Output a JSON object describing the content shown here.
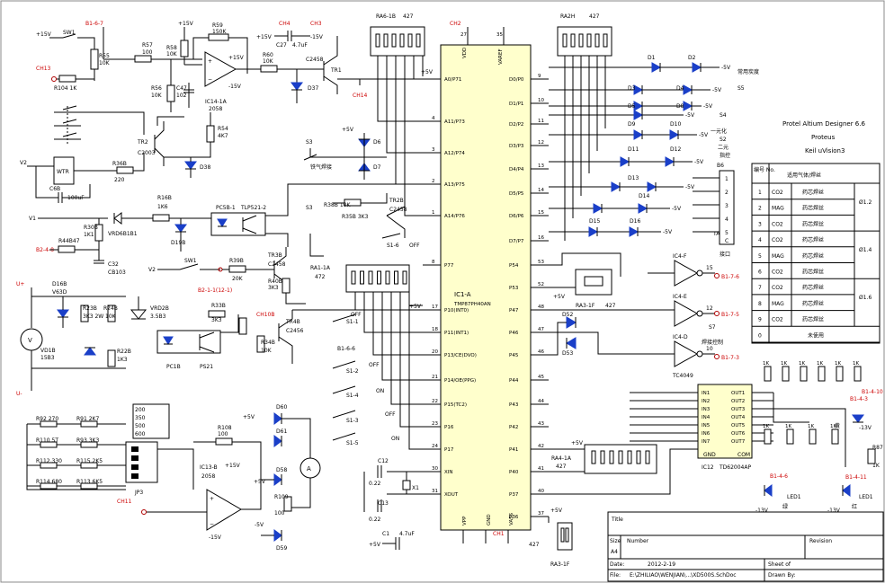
{
  "mcu": {
    "name": "IC1-A",
    "part": "TMP87PH40AN",
    "top_pins": [
      "VDD",
      "VAREF"
    ],
    "top_pin_nums": [
      "27",
      "35"
    ],
    "bottom_pins": [
      "VPP",
      "GND",
      "VASS"
    ],
    "left_pins": [
      {
        "num": "",
        "name": "A0/P71"
      },
      {
        "num": "4",
        "name": "A11/P73"
      },
      {
        "num": "3",
        "name": "A12/P74"
      },
      {
        "num": "2",
        "name": "A13/P75"
      },
      {
        "num": "1",
        "name": "A14/P76"
      },
      {
        "num": "8",
        "name": "P77"
      },
      {
        "num": "17",
        "name": "P10(INT0)"
      },
      {
        "num": "18",
        "name": "P11(INT1)"
      },
      {
        "num": "20",
        "name": "P13/CE(DVO)"
      },
      {
        "num": "21",
        "name": "P14/OE(PPG)"
      },
      {
        "num": "22",
        "name": "P15(TC2)"
      },
      {
        "num": "23",
        "name": "P16"
      },
      {
        "num": "24",
        "name": "P17"
      },
      {
        "num": "30",
        "name": "XIN"
      },
      {
        "num": "31",
        "name": "XOUT"
      }
    ],
    "right_pins": [
      {
        "num": "9",
        "name": "D0/P0"
      },
      {
        "num": "10",
        "name": "D1/P1"
      },
      {
        "num": "11",
        "name": "D2/P2"
      },
      {
        "num": "12",
        "name": "D3/P3"
      },
      {
        "num": "13",
        "name": "D4/P4"
      },
      {
        "num": "14",
        "name": "D5/P5"
      },
      {
        "num": "15",
        "name": "D6/P6"
      },
      {
        "num": "16",
        "name": "D7/P7"
      },
      {
        "num": "53",
        "name": "P54"
      },
      {
        "num": "52",
        "name": "P53"
      },
      {
        "num": "48",
        "name": "P47"
      },
      {
        "num": "47",
        "name": "P46"
      },
      {
        "num": "46",
        "name": "P45"
      },
      {
        "num": "45",
        "name": "P44"
      },
      {
        "num": "44",
        "name": "P43"
      },
      {
        "num": "43",
        "name": "P42"
      },
      {
        "num": "42",
        "name": "P41"
      },
      {
        "num": "41",
        "name": "P40"
      },
      {
        "num": "40",
        "name": "P37"
      },
      {
        "num": "37",
        "name": "P36"
      },
      {
        "num": "36",
        "name": ""
      }
    ]
  },
  "labels": {
    "plus15": "+15V",
    "minus15": "-15V",
    "plus5": "+5V",
    "minus5": "-5V",
    "sw1": "SW1",
    "r55": "R55",
    "r55v": "10K",
    "b167": "B1-6-7",
    "ch13": "CH13",
    "r104": "R104 1K",
    "r57": "R57",
    "r57v": "100",
    "r56": "R56",
    "r56v": "10K",
    "r59": "R59",
    "r59v": "150K",
    "r58": "R58",
    "r58v": "10K",
    "ic14": "IC14-1A",
    "ic14p": "2058",
    "c47": "C47",
    "c47v": "102",
    "r60": "R60",
    "r60v": "10K",
    "c27": "C27",
    "c27v": "4.7uF",
    "ch4": "CH4",
    "ch3": "CH3",
    "c2458": "C2458",
    "tr1": "TR1",
    "d37": "D37",
    "ch14": "CH14",
    "ra61b": "RA6-1B",
    "ra61bv": "427",
    "ra2h": "RA2H",
    "ra2hv": "427",
    "ch2": "CH2",
    "tr2": "TR2",
    "c2003": "C2003",
    "r54": "R54",
    "r54v": "4K7",
    "d38": "D38",
    "v2": "V2",
    "wtr": "WTR",
    "r36b": "R36B",
    "r36bv": "220",
    "c6b": "C6B",
    "c6bv": "100uF",
    "v1": "V1",
    "r16b": "R16B",
    "r16bv": "1K6",
    "r30b": "R30B",
    "r30bv": "1K1",
    "vrd6b": "VRD6B1B1",
    "d19b": "D19B",
    "pc5b": "PC5B-1",
    "tlp": "TLP521-2",
    "b248": "B2-4-8",
    "r44b": "R44B47",
    "c32": "C32",
    "c32v": "CB103",
    "r39b": "R39B",
    "r39bv": "20K",
    "b2": "B2-1-1(12-1)",
    "tr3b": "TR3B",
    "tr3bv": "C2458",
    "r40b": "R40B",
    "r40bv": "3K3",
    "ra11a": "RA1-1A",
    "ra11av": "472",
    "u": "U+",
    "u2": "U-",
    "d16b": "D16B",
    "d16bv": "V63D",
    "r23b": "R23B",
    "r23bv": "3K3 2W",
    "r24b": "R24B",
    "r24bv": "10K",
    "vrd2b": "VRD2B",
    "vrd2bv": "3.5B3",
    "vd1b": "VD1B",
    "vd1bv": "15B3",
    "r22b": "R22B",
    "r22bv": "1K3",
    "pc1b": "PC1B",
    "pc1bp": "PS21",
    "r33b": "R33B",
    "r33bv": "3K3",
    "ch10b": "CH10B",
    "r34b": "R34B",
    "r34bv": "10K",
    "tr4b": "TR4B",
    "tr4bv": "C2456",
    "s1": "S1-1",
    "s1off": "OFF",
    "s14": "S1-4",
    "on": "ON",
    "s12": "S1-2",
    "s13": "S1-3",
    "s15": "S1-5",
    "s16": "S1-6",
    "b166": "B1-6-6",
    "d6": "D6",
    "d7": "D7",
    "s3": "S3",
    "s3t": "铁气焊接",
    "r38b": "R38B 10K",
    "r38bb": "R35B 3K3",
    "tr2b": "TR2B",
    "tr2bv": "C2458",
    "r92": "R92 270",
    "r91": "R91 2K7",
    "r110": "R110 5T",
    "r93": "R93 3K3",
    "r112": "R112 330",
    "r115": "R115 2K5",
    "r114": "R114 680",
    "r113": "R113 6K5",
    "vals": [
      "200",
      "350",
      "500",
      "600"
    ],
    "jp3": "JP3",
    "ch11": "CH11",
    "r108": "R108",
    "r108v": "100",
    "ic13": "IC13-B",
    "ic13p": "2058",
    "d60": "D60",
    "d61": "D61",
    "d58": "D58",
    "d59": "D59",
    "r109": "R109",
    "r109v": "100",
    "ammeter": "A",
    "voltmeter": "V",
    "c12": "C12",
    "c12v": "0.22",
    "c13": "C13",
    "c13v": "0.22",
    "x1": "X1",
    "c1": "C1",
    "c1v": "4.7uF",
    "ch1": "CH1",
    "d1": "D1",
    "d2": "D2",
    "s5": "S5",
    "s5t": "常用炭度",
    "s4": "S4",
    "s4t": "一元化",
    "s2": "S2",
    "s2t": "二元",
    "s2t2": "指控",
    "b6": "B6",
    "b6t": "接口",
    "ta": "TA",
    "d3": "D3",
    "d4": "D4",
    "d5": "D5",
    "d8": "D8",
    "d9": "D9",
    "d10": "D10",
    "d11": "D11",
    "d12": "D12",
    "d13": "D13",
    "d14": "D14",
    "d15": "D15",
    "d16": "D16",
    "ic4f": "IC4-F",
    "ic4e": "IC4-E",
    "ic4d": "IC4-D",
    "tc4049": "TC4049",
    "b176": "B1-7-6",
    "b175": "B1-7-5",
    "b173": "B1-7-3",
    "s7": "S7",
    "s7t": "焊接控制",
    "ra31f": "RA3-1F",
    "ra31fv": "427",
    "d52": "D52",
    "d53": "D53",
    "ra41a": "RA4-1A",
    "ra41av": "427",
    "ic12": "IC12",
    "ic12p": "TD62004AP",
    "ic12in": [
      "IN1",
      "IN2",
      "IN3",
      "IN4",
      "IN5",
      "IN6",
      "IN7"
    ],
    "ic12out": [
      "OUT1",
      "OUT2",
      "OUT3",
      "OUT4",
      "OUT5",
      "OUT6",
      "OUT7"
    ],
    "gnd": "GND",
    "com": "COM",
    "ra31": "RA3-1F",
    "b1410": "B1-4-10",
    "b143": "B1-4-3",
    "b146": "B1-4-6",
    "b1411": "B1-4-11",
    "led1": "LED1",
    "led1b": "LED1",
    "r87": "R87",
    "r87v": "1K",
    "m13v": "-13V",
    "m13v2": "-13V",
    "m13v3": "-13V",
    "green": "绿",
    "redc": "红",
    "yellow": "黄",
    "p427": "427",
    "software": [
      "Protel Altium Designer 6.6",
      "Proteus",
      "Keil uVision3"
    ]
  },
  "table": {
    "header_no": "编号 No.",
    "header_mode": "适用气体/焊丝",
    "rows": [
      {
        "no": "1",
        "gas": "CO2",
        "wire": "药芯焊丝",
        "dia": "Ø1.2"
      },
      {
        "no": "2",
        "gas": "MAG",
        "wire": "药芯焊丝",
        "dia": ""
      },
      {
        "no": "3",
        "gas": "CO2",
        "wire": "药芯焊丝",
        "dia": ""
      },
      {
        "no": "4",
        "gas": "CO2",
        "wire": "药芯焊丝",
        "dia": "Ø1.4"
      },
      {
        "no": "5",
        "gas": "MAG",
        "wire": "药芯焊丝",
        "dia": ""
      },
      {
        "no": "6",
        "gas": "CO2",
        "wire": "药芯焊丝",
        "dia": ""
      },
      {
        "no": "7",
        "gas": "CO2",
        "wire": "药芯焊丝",
        "dia": "Ø1.6"
      },
      {
        "no": "8",
        "gas": "MAG",
        "wire": "药芯焊丝",
        "dia": ""
      },
      {
        "no": "9",
        "gas": "CO2",
        "wire": "药芯焊丝",
        "dia": ""
      },
      {
        "no": "0",
        "gas": "",
        "wire": "未使用",
        "dia": ""
      }
    ]
  },
  "titleblock": {
    "title": "Title",
    "size": "Size",
    "size_val": "A4",
    "number": "Number",
    "revision": "Revision",
    "date": "Date:",
    "date_val": "2012-2-19",
    "sheet": "Sheet of",
    "file": "File:",
    "file_val": "E:\\ZHILIAO\\WENJIAN\\...\\XD500S.SchDoc",
    "drawn": "Drawn By:"
  }
}
